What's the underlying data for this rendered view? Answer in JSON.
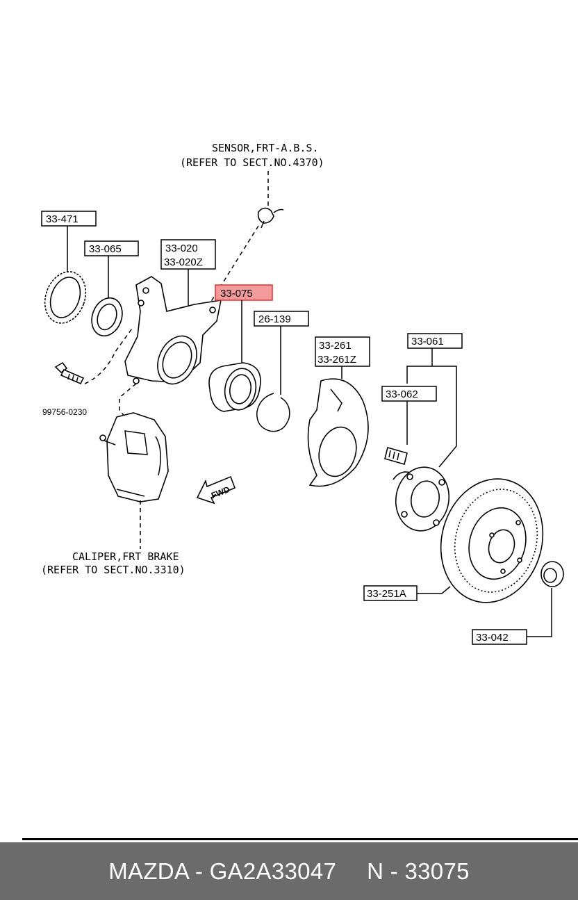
{
  "callouts": {
    "sensor_title": "SENSOR,FRT-A.B.S.",
    "sensor_ref": "(REFER TO SECT.NO.4370)",
    "caliper_title": "CALIPER,FRT BRAKE",
    "caliper_ref": "(REFER TO SECT.NO.3310)",
    "fwd": "FWD"
  },
  "parts": {
    "p33_471": "33-471",
    "p33_065": "33-065",
    "p33_020": "33-020",
    "p33_020z": "33-020Z",
    "p33_075": "33-075",
    "p26_139": "26-139",
    "p33_261": "33-261",
    "p33_261z": "33-261Z",
    "p33_061": "33-061",
    "p33_062": "33-062",
    "p33_251a": "33-251A",
    "p33_042": "33-042",
    "p99756": "99756-0230"
  },
  "highlight": {
    "part": "33-075",
    "color": "#f39a9a"
  },
  "footer": {
    "brand_part": "MAZDA - GA2A33047",
    "ref": "N - 33075"
  }
}
